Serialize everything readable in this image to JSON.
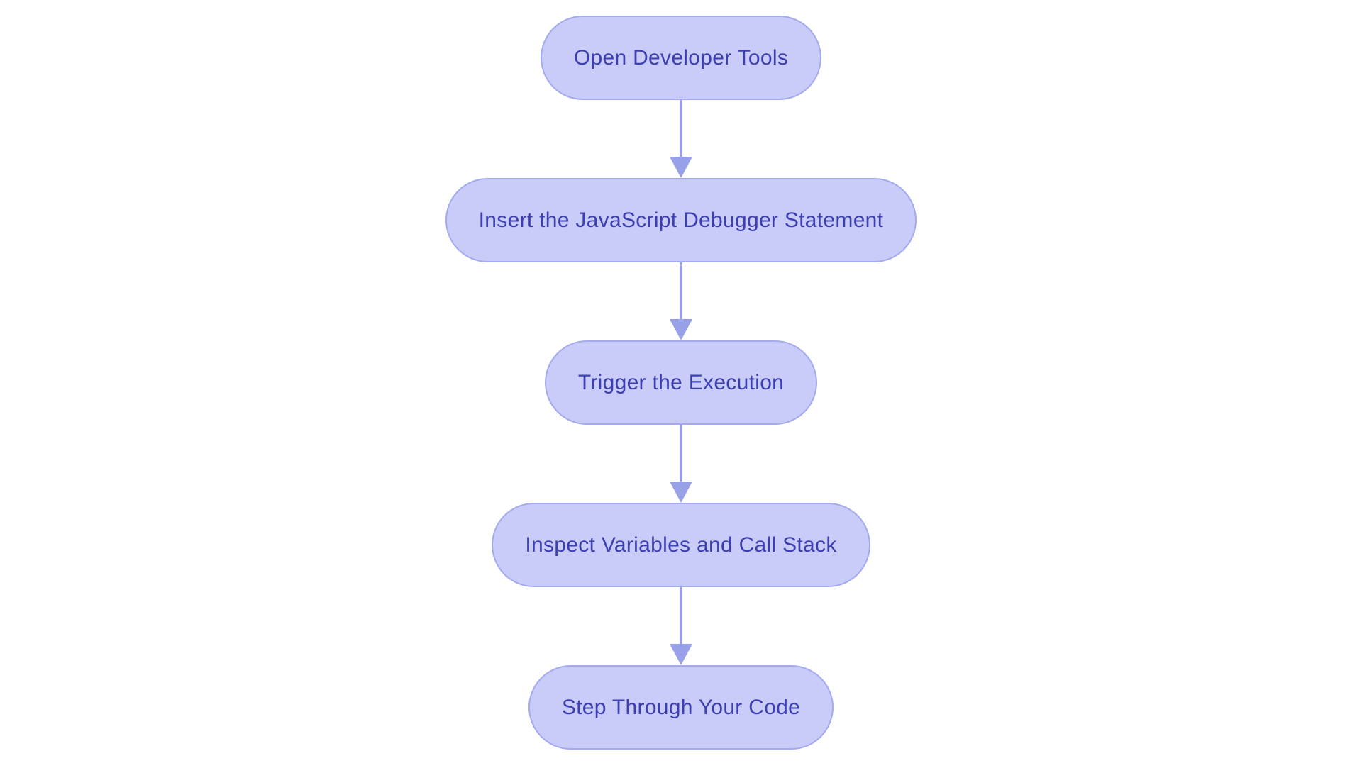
{
  "diagram": {
    "type": "flowchart",
    "direction": "top-down",
    "nodes": [
      {
        "id": "n1",
        "label": "Open Developer Tools"
      },
      {
        "id": "n2",
        "label": "Insert the JavaScript Debugger Statement"
      },
      {
        "id": "n3",
        "label": "Trigger the Execution"
      },
      {
        "id": "n4",
        "label": "Inspect Variables and Call Stack"
      },
      {
        "id": "n5",
        "label": "Step Through Your Code"
      }
    ],
    "edges": [
      {
        "from": "n1",
        "to": "n2"
      },
      {
        "from": "n2",
        "to": "n3"
      },
      {
        "from": "n3",
        "to": "n4"
      },
      {
        "from": "n4",
        "to": "n5"
      }
    ],
    "colors": {
      "node_fill": "#c9cbf8",
      "node_border": "#a3aaee",
      "node_text": "#3b3fb2",
      "arrow": "#98a0e8",
      "background": "#ffffff"
    }
  }
}
